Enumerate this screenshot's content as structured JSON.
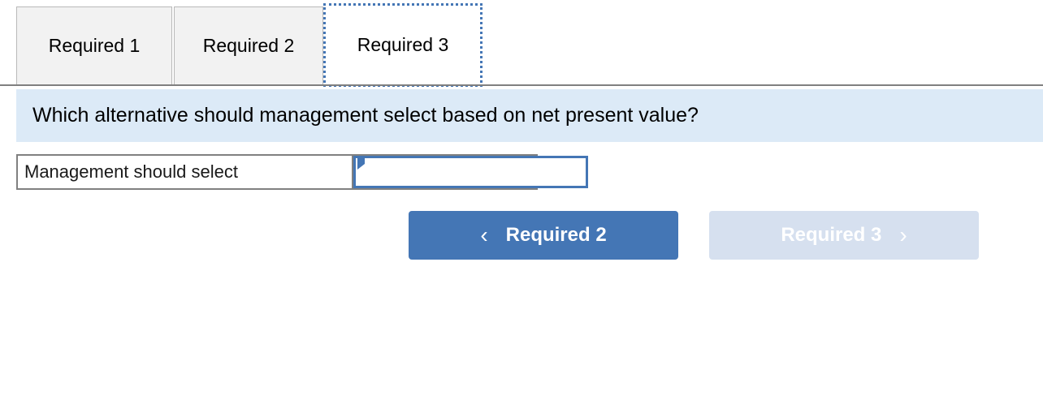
{
  "tabs": [
    {
      "label": "Required 1",
      "active": false
    },
    {
      "label": "Required 2",
      "active": false
    },
    {
      "label": "Required 3",
      "active": true
    }
  ],
  "question": {
    "text": "Which alternative should management select based on net present value?"
  },
  "answer": {
    "label": "Management should select",
    "value": "",
    "placeholder": "",
    "marker_icon": "triangle-marker-icon"
  },
  "navigation": {
    "prev": {
      "label": "Required 2",
      "icon": "chevron-left-icon",
      "glyph": "‹",
      "enabled": true,
      "color": "#4476b5"
    },
    "next": {
      "label": "Required 3",
      "icon": "chevron-right-icon",
      "glyph": "›",
      "enabled": false,
      "color": "#d6e0ef"
    }
  },
  "colors": {
    "accent": "#4476b5",
    "banner_bg": "#dceaf7",
    "tab_inactive_bg": "#f2f2f2",
    "tab_border": "#b9b9b9",
    "rule": "#808080",
    "disabled_btn": "#d6e0ef"
  }
}
